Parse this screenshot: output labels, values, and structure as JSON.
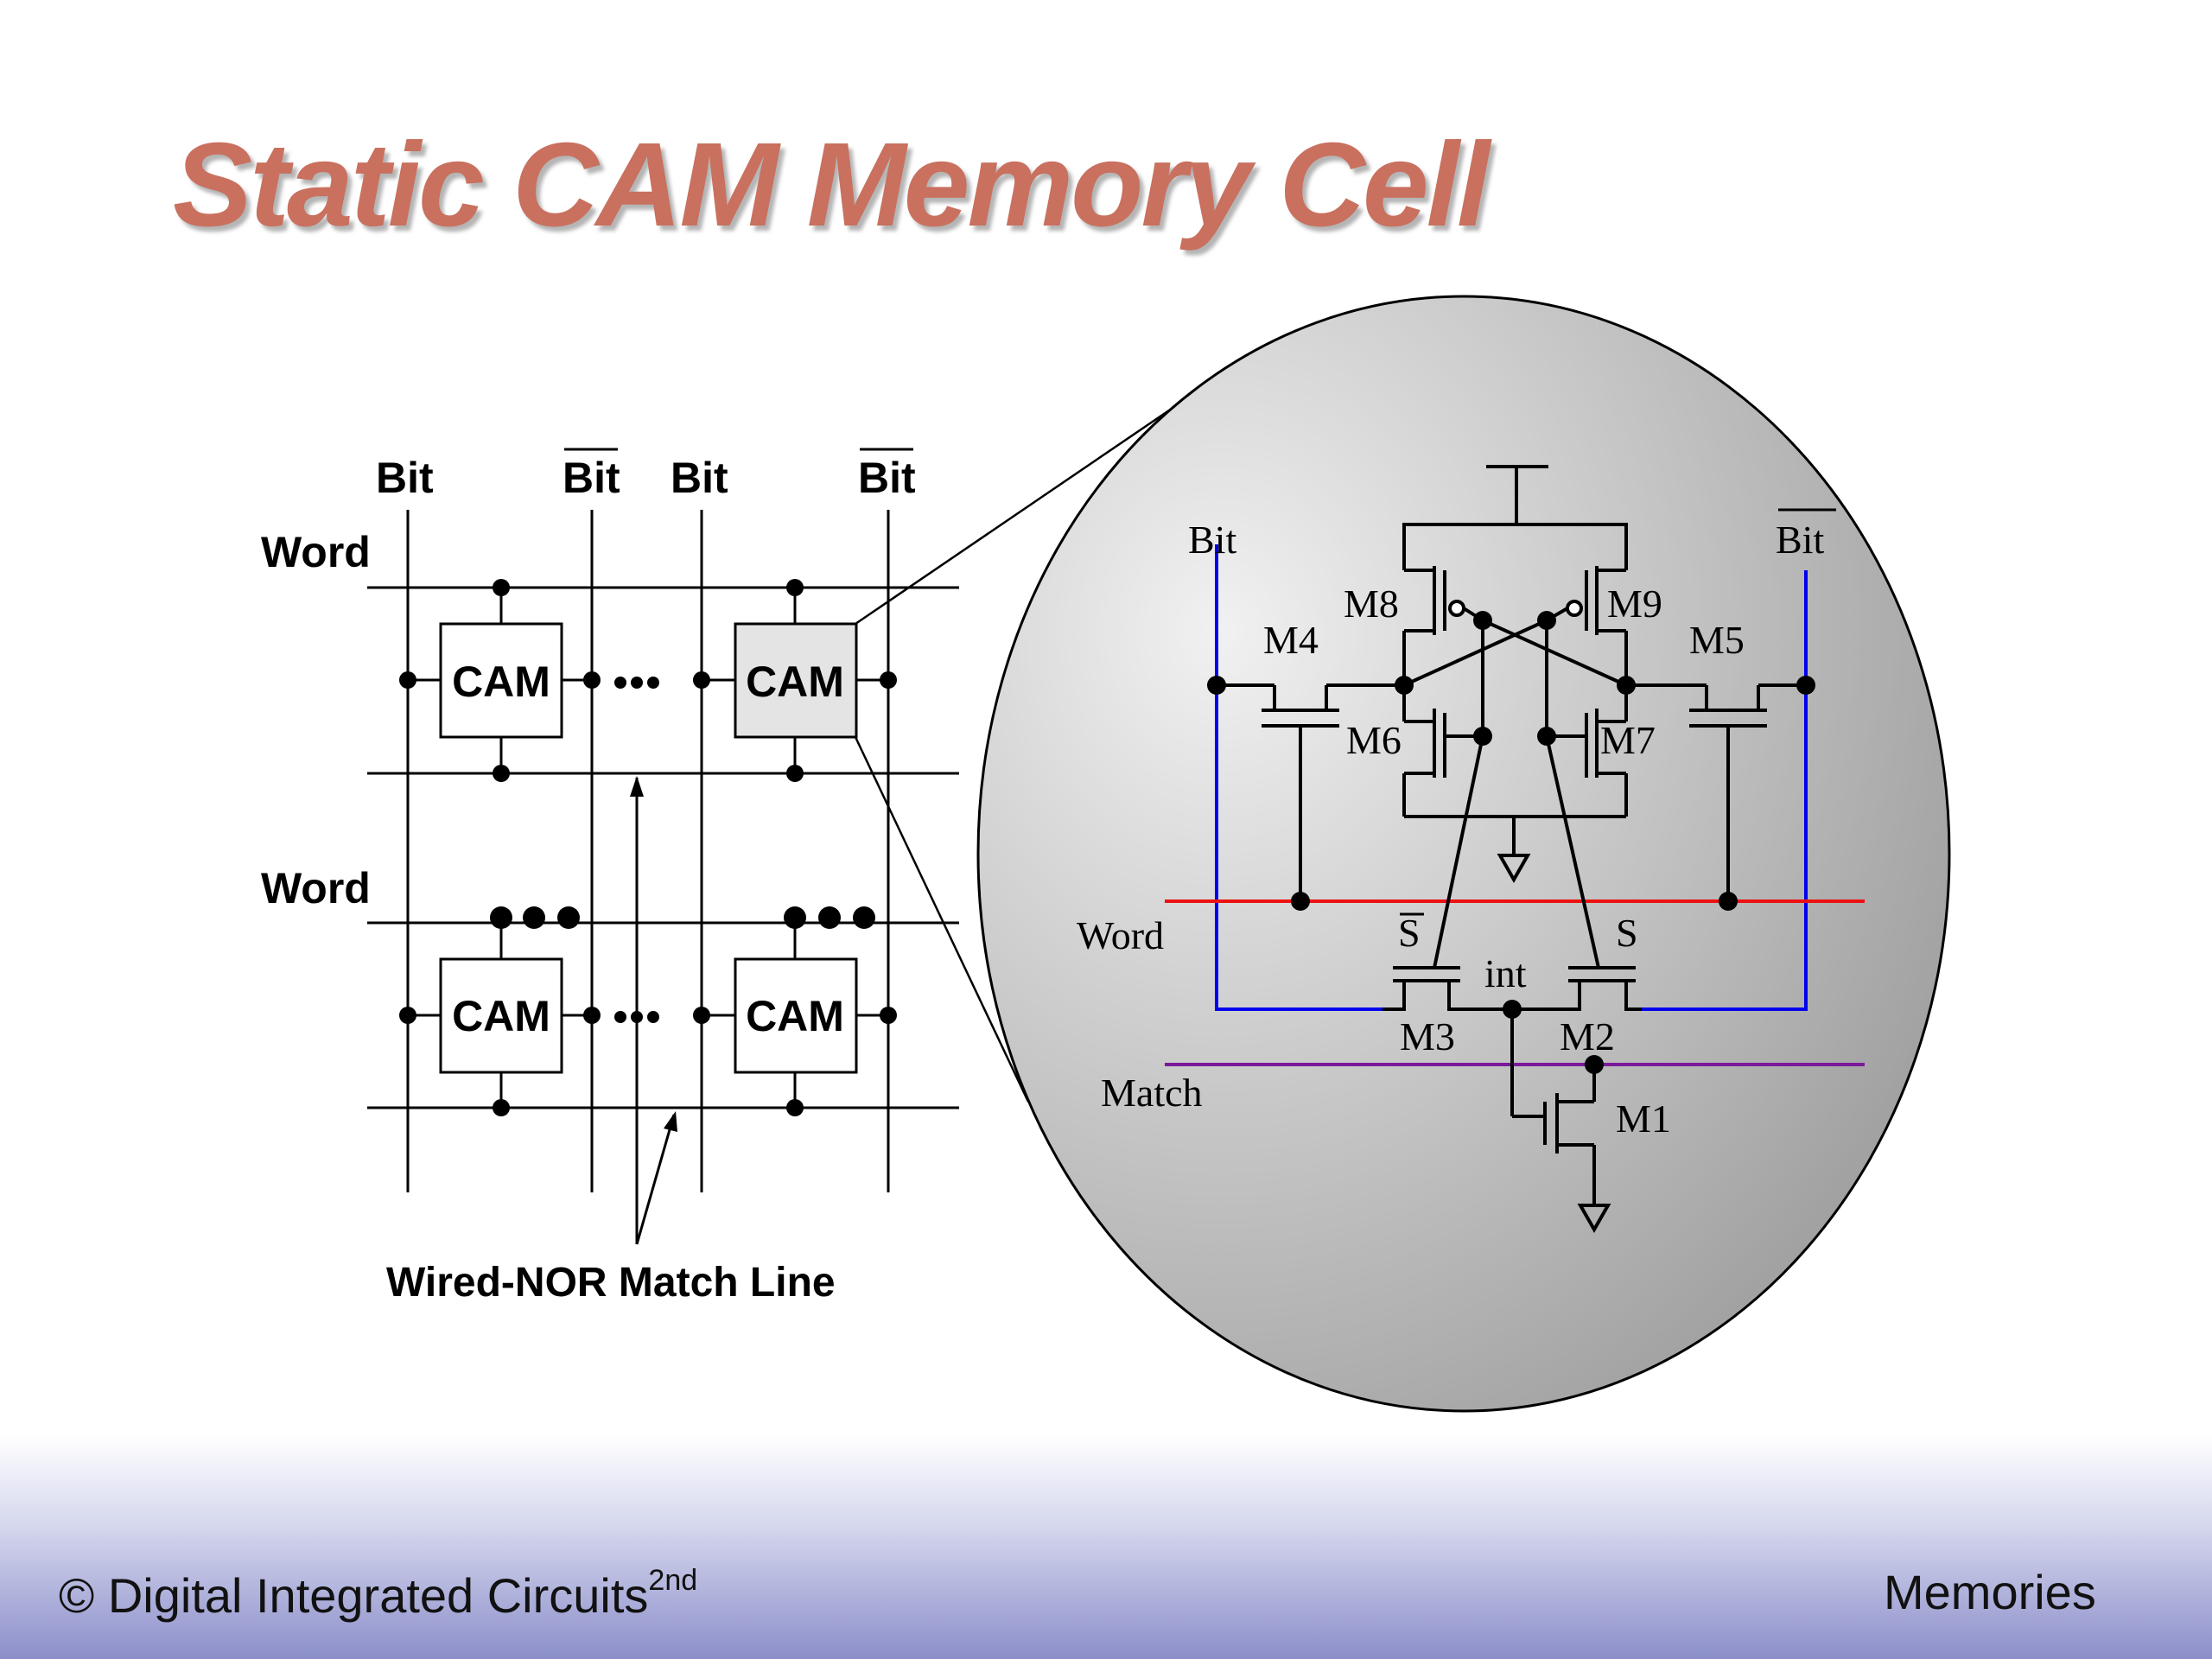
{
  "title": "Static CAM Memory Cell",
  "footer": {
    "left_text": "© Digital Integrated Circuits",
    "left_superscript": "2nd",
    "right_text": "Memories"
  },
  "array": {
    "bit_labels": [
      "Bit",
      "Bit",
      "Bit",
      "Bit"
    ],
    "word_labels": [
      "Word",
      "Word"
    ],
    "cell_label": "CAM",
    "match_line_caption": "Wired-NOR Match Line"
  },
  "circuit": {
    "bit_label": "Bit",
    "bitbar_label": "Bit",
    "word_label": "Word",
    "match_label": "Match",
    "transistors": [
      "M1",
      "M2",
      "M3",
      "M4",
      "M5",
      "M6",
      "M7",
      "M8",
      "M9"
    ],
    "s_label": "S",
    "sbar_label": "S",
    "int_label": "int"
  },
  "colors": {
    "title": "#c9705f",
    "bit_lines": "#0000ee",
    "word_line": "#ee1111",
    "match_line": "#7a1a9a",
    "highlighted_cell": "#e4e4e4"
  }
}
